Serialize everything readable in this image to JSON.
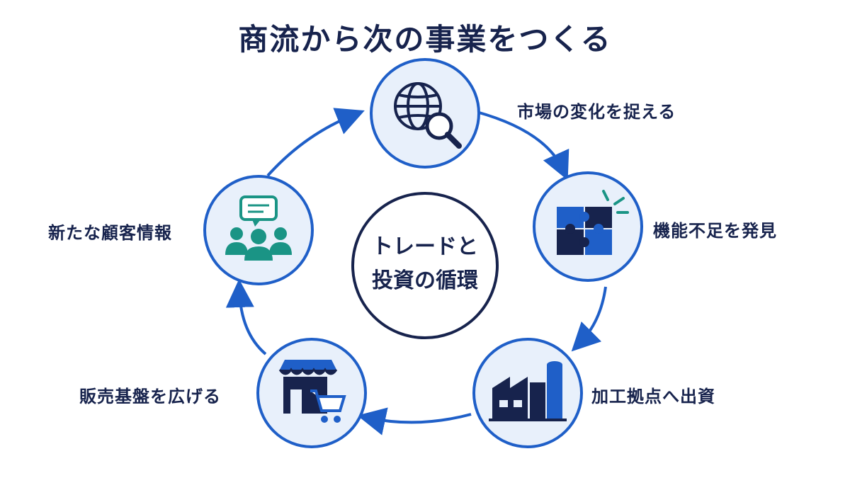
{
  "title": "商流から次の事業をつくる",
  "center": {
    "line1": "トレードと",
    "line2": "投資の循環"
  },
  "steps": [
    {
      "label": "市場の変化を捉える",
      "icon": "globe-search-icon"
    },
    {
      "label": "機能不足を発見",
      "icon": "puzzle-icon"
    },
    {
      "label": "加工拠点へ出資",
      "icon": "factory-icon"
    },
    {
      "label": "販売基盤を広げる",
      "icon": "store-cart-icon"
    },
    {
      "label": "新たな顧客情報",
      "icon": "customers-chat-icon"
    }
  ],
  "colors": {
    "navy": "#17234d",
    "blue": "#1f5fc8",
    "teal": "#1a9485",
    "ring_fill": "#e8f0fb"
  }
}
